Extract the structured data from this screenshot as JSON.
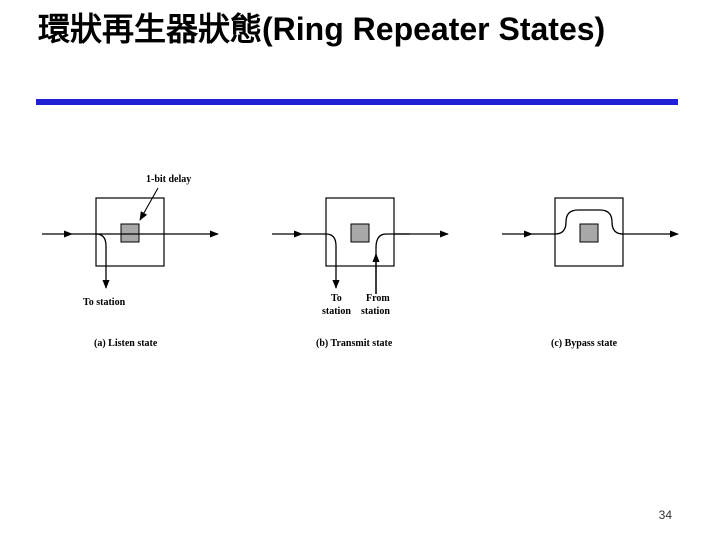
{
  "title": {
    "chinese": "環狀再生器狀態",
    "english": "(Ring Repeater States)"
  },
  "colors": {
    "rule": "#1f1fd6",
    "delay_box": "#a8a8a8",
    "line": "#000000",
    "background": "#ffffff"
  },
  "diagram": {
    "annotation": "1-bit delay",
    "panels": [
      {
        "caption": "(a) Listen state",
        "labels": [
          "To station"
        ]
      },
      {
        "caption": "(b) Transmit state",
        "labels": [
          "To",
          "station",
          "From",
          "station"
        ]
      },
      {
        "caption": "(c) Bypass state",
        "labels": []
      }
    ]
  },
  "footer": {
    "page_number": "34"
  }
}
